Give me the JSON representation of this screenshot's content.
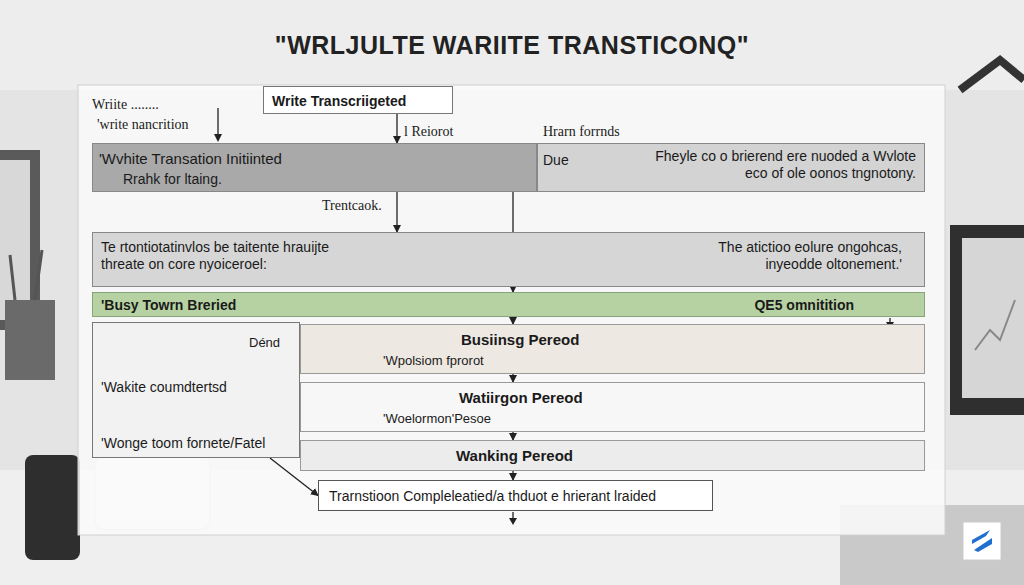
{
  "diagram": {
    "title": "\"WRLJULTE WARIITE TRANSTICONQ\"",
    "nodes": [
      {
        "text": [
          "Write Transcriigeted"
        ]
      },
      {
        "text": [
          "'Wvhite Transation Initiinted",
          "Rrahk for ltaing."
        ]
      },
      {
        "text": [
          "Due",
          "Fheyle co o brierend ere nuoded a Wvlote eco of ole oonos tngnotony."
        ]
      },
      {
        "text": [
          "Te rtontiotatinvlos be taitente hrauijte threate on core nyoiceroel:",
          "The atictioo eolure ongohcas, inyeodde oltonement.'"
        ]
      },
      {
        "text": [
          "'Busy Towrn Breried",
          "QE5 omnitition"
        ]
      },
      {
        "text": [
          "Dénd",
          "'Wakite coumdtertsd",
          "'Wonge toom fornete/Fatel"
        ]
      },
      {
        "text": [
          "Busiinsg Pereod",
          "'Wpolsiom fprorot"
        ]
      },
      {
        "text": [
          "Watiirgon Pereod",
          "'Woelormon'Pesoe"
        ]
      },
      {
        "text": [
          "Wanking Pereod"
        ]
      },
      {
        "text": [
          "Trarnstioon Compleleatied/a thduot e hrierant lraided"
        ]
      }
    ],
    "edges": [
      {
        "from": 0,
        "to": 1,
        "arrow": "to"
      },
      {
        "from": 1,
        "to": 3,
        "arrow": "to"
      },
      {
        "from": 1,
        "to": 4,
        "arrow": "to"
      },
      {
        "from": 4,
        "to": 6,
        "arrow": "to"
      },
      {
        "from": 6,
        "to": 7,
        "arrow": "to"
      },
      {
        "from": 7,
        "to": 8,
        "arrow": "to"
      },
      {
        "from": 8,
        "to": 9,
        "arrow": "to"
      },
      {
        "from": 5,
        "to": 9,
        "arrow": "to"
      }
    ],
    "labels": [
      "Wriite ........",
      "'write nancrition",
      "l Reiorot",
      "Hrarn forrnds",
      "Trentcaok."
    ]
  }
}
